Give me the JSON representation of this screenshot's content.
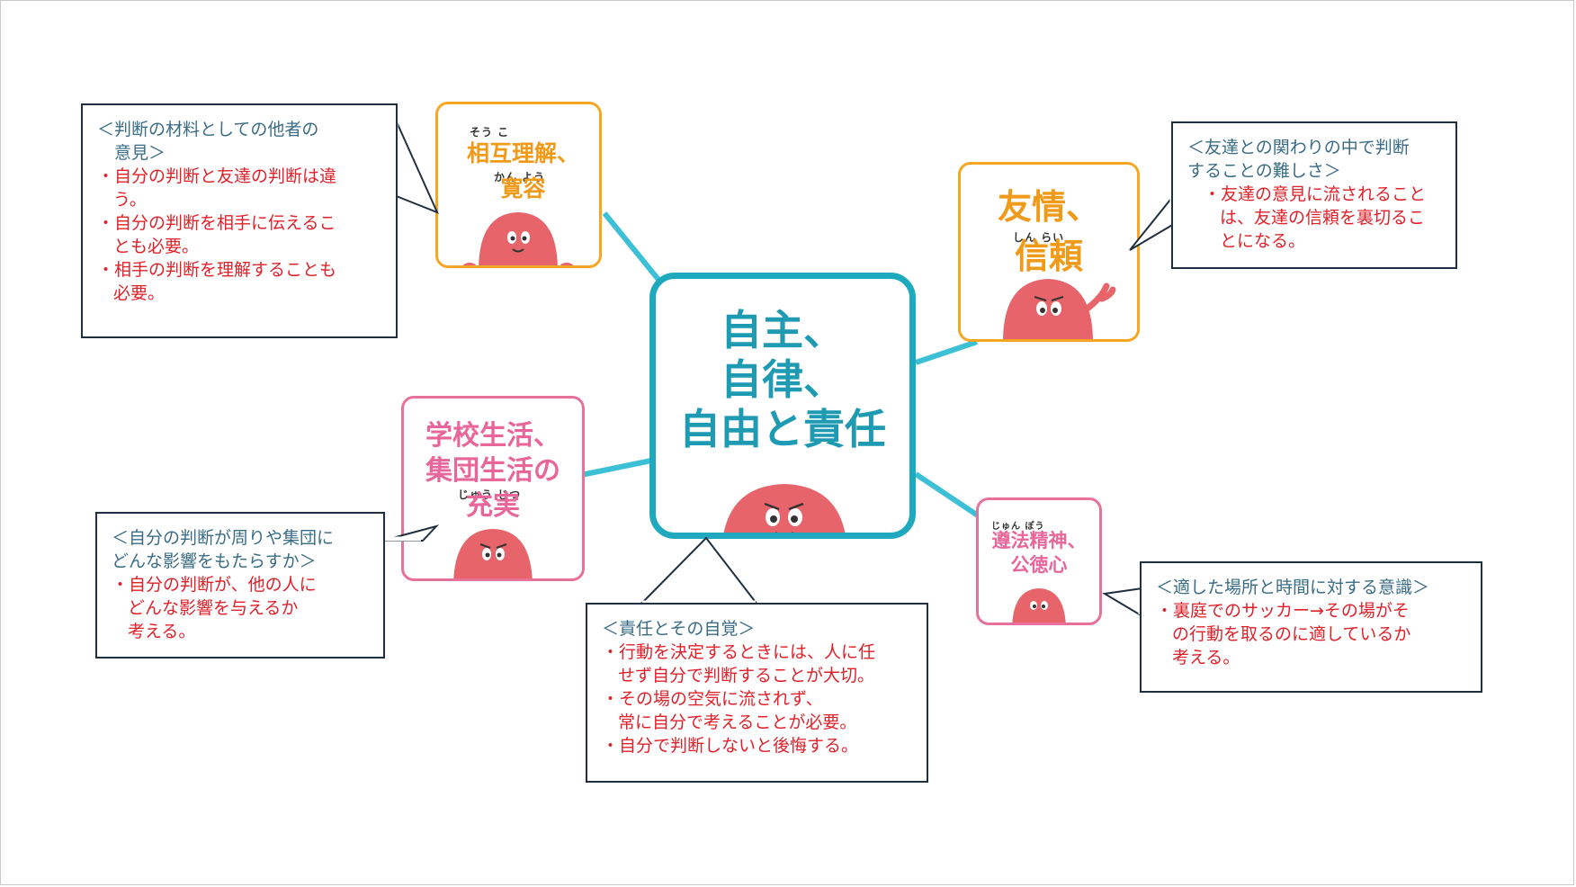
{
  "center": {
    "title": "自主、\n自律、\n自由と責任"
  },
  "topics": {
    "mutual": {
      "ruby1": "そう こ",
      "ruby2": "かん よう",
      "title": "相互理解、\n寛容"
    },
    "friendship": {
      "ruby": "しん らい",
      "title": "友情、\n信頼"
    },
    "school": {
      "ruby": "じゅう じつ",
      "title": "学校生活、\n集団生活の\n充実"
    },
    "law": {
      "ruby": "じゅん ぽう",
      "title": "遵法精神、\n公徳心"
    }
  },
  "notes": {
    "mutual": {
      "heading": "＜判断の材料としての他者の\n　意見＞",
      "items": [
        "自分の判断と友達の判断は違\nう。",
        "自分の判断を相手に伝えるこ\nとも必要。",
        "相手の判断を理解することも\n必要。"
      ]
    },
    "friendship": {
      "heading": "＜友達との関わりの中で判断\nすることの難しさ＞",
      "items": [
        "友達の意見に流されること\nは、友達の信頼を裏切るこ\nとになる。"
      ]
    },
    "school": {
      "heading": "＜自分の判断が周りや集団に\nどんな影響をもたらすか＞",
      "items": [
        "自分の判断が、他の人に\nどんな影響を与えるか\n考える。"
      ]
    },
    "center": {
      "heading": "＜責任とその自覚＞",
      "items": [
        "行動を決定するときには、人に任\nせず自分で判断することが大切。",
        "その場の空気に流されず、\n常に自分で考えることが必要。",
        "自分で判断しないと後悔する。"
      ]
    },
    "law": {
      "heading": "＜適した場所と時間に対する意識＞",
      "items": [
        "裏庭でのサッカー→その場がそ\nの行動を取るのに適しているか\n考える。"
      ]
    }
  },
  "colors": {
    "teal": "#1ea9bf",
    "orange": "#f5a623",
    "pink": "#e8719a",
    "character": "#e8646b",
    "heading_text": "#3a6c86",
    "item_text": "#e0212a"
  }
}
